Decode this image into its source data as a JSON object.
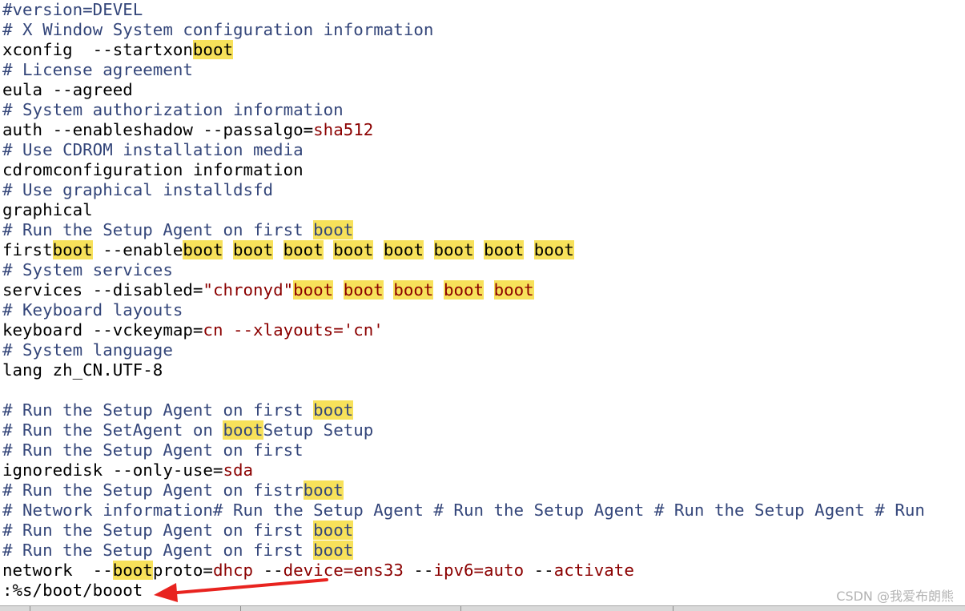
{
  "editor": {
    "lines": [
      [
        {
          "t": "#version=DEVEL",
          "c": "comment"
        }
      ],
      [
        {
          "t": "# X Window System configuration information",
          "c": "comment"
        }
      ],
      [
        {
          "t": "xconfig  --startxon",
          "c": "text"
        },
        {
          "t": "boot",
          "c": "hl"
        }
      ],
      [
        {
          "t": "# License agreement",
          "c": "comment"
        }
      ],
      [
        {
          "t": "eula --agreed",
          "c": "text"
        }
      ],
      [
        {
          "t": "# System authorization information",
          "c": "comment"
        }
      ],
      [
        {
          "t": "auth --enableshadow --passalgo=",
          "c": "text"
        },
        {
          "t": "sha512",
          "c": "value"
        }
      ],
      [
        {
          "t": "# Use CDROM installation media",
          "c": "comment"
        }
      ],
      [
        {
          "t": "cdromconfiguration information",
          "c": "text"
        }
      ],
      [
        {
          "t": "# Use graphical installdsfd",
          "c": "comment"
        }
      ],
      [
        {
          "t": "graphical",
          "c": "text"
        }
      ],
      [
        {
          "t": "# Run the Setup Agent on first ",
          "c": "comment"
        },
        {
          "t": "boot",
          "c": "hl comment"
        }
      ],
      [
        {
          "t": "first",
          "c": "text"
        },
        {
          "t": "boot",
          "c": "hl"
        },
        {
          "t": " --enable",
          "c": "text"
        },
        {
          "t": "boot",
          "c": "hl"
        },
        {
          "t": " ",
          "c": "text"
        },
        {
          "t": "boot",
          "c": "hl"
        },
        {
          "t": " ",
          "c": "text"
        },
        {
          "t": "boot",
          "c": "hl"
        },
        {
          "t": " ",
          "c": "text"
        },
        {
          "t": "boot",
          "c": "hl"
        },
        {
          "t": " ",
          "c": "text"
        },
        {
          "t": "boot",
          "c": "hl"
        },
        {
          "t": " ",
          "c": "text"
        },
        {
          "t": "boot",
          "c": "hl"
        },
        {
          "t": " ",
          "c": "text"
        },
        {
          "t": "boot",
          "c": "hl"
        },
        {
          "t": " ",
          "c": "text"
        },
        {
          "t": "boot",
          "c": "hl"
        }
      ],
      [
        {
          "t": "# System services",
          "c": "comment"
        }
      ],
      [
        {
          "t": "services --disabled=",
          "c": "text"
        },
        {
          "t": "\"chronyd\"",
          "c": "value"
        },
        {
          "t": "boot",
          "c": "hl value"
        },
        {
          "t": " ",
          "c": "text"
        },
        {
          "t": "boot",
          "c": "hl value"
        },
        {
          "t": " ",
          "c": "text"
        },
        {
          "t": "boot",
          "c": "hl value"
        },
        {
          "t": " ",
          "c": "text"
        },
        {
          "t": "boot",
          "c": "hl value"
        },
        {
          "t": " ",
          "c": "text"
        },
        {
          "t": "boot",
          "c": "hl value"
        }
      ],
      [
        {
          "t": "# Keyboard layouts",
          "c": "comment"
        }
      ],
      [
        {
          "t": "keyboard --vckeymap=",
          "c": "text"
        },
        {
          "t": "cn",
          "c": "value"
        },
        {
          "t": " --xlayouts='cn'",
          "c": "value"
        }
      ],
      [
        {
          "t": "# System language",
          "c": "comment"
        }
      ],
      [
        {
          "t": "lang zh_CN.UTF-8",
          "c": "text"
        }
      ],
      [
        {
          "t": "",
          "c": "text"
        }
      ],
      [
        {
          "t": "# Run the Setup Agent on first ",
          "c": "comment"
        },
        {
          "t": "boot",
          "c": "hl comment"
        }
      ],
      [
        {
          "t": "# Run the SetAgent on ",
          "c": "comment"
        },
        {
          "t": "boot",
          "c": "hl comment"
        },
        {
          "t": "Setup Setup",
          "c": "comment"
        }
      ],
      [
        {
          "t": "# Run the Setup Agent on first",
          "c": "comment"
        }
      ],
      [
        {
          "t": "ignoredisk --only-use=",
          "c": "text"
        },
        {
          "t": "sda",
          "c": "value"
        }
      ],
      [
        {
          "t": "# Run the Setup Agent on fistr",
          "c": "comment"
        },
        {
          "t": "boot",
          "c": "hl comment"
        }
      ],
      [
        {
          "t": "# Network information# Run the Setup Agent # Run the Setup Agent # Run the Setup Agent # Run",
          "c": "comment"
        }
      ],
      [
        {
          "t": "# Run the Setup Agent on first ",
          "c": "comment"
        },
        {
          "t": "boot",
          "c": "hl comment"
        }
      ],
      [
        {
          "t": "# Run the Setup Agent on first ",
          "c": "comment"
        },
        {
          "t": "boot",
          "c": "hl comment"
        }
      ],
      [
        {
          "t": "network  --",
          "c": "text"
        },
        {
          "t": "boot",
          "c": "hl"
        },
        {
          "t": "proto=",
          "c": "text"
        },
        {
          "t": "dhcp",
          "c": "value"
        },
        {
          "t": " --",
          "c": "text"
        },
        {
          "t": "device=ens33",
          "c": "value"
        },
        {
          "t": " --",
          "c": "text"
        },
        {
          "t": "ipv6=auto",
          "c": "value"
        },
        {
          "t": " --",
          "c": "text"
        },
        {
          "t": "activate",
          "c": "value"
        }
      ]
    ],
    "command_line": ":%s/boot/booot"
  },
  "watermark": "CSDN @我爱布朗熊",
  "colors": {
    "comment": "#34467a",
    "value": "#8b0000",
    "highlight": "#f7e15a",
    "arrow": "#e8231f"
  }
}
